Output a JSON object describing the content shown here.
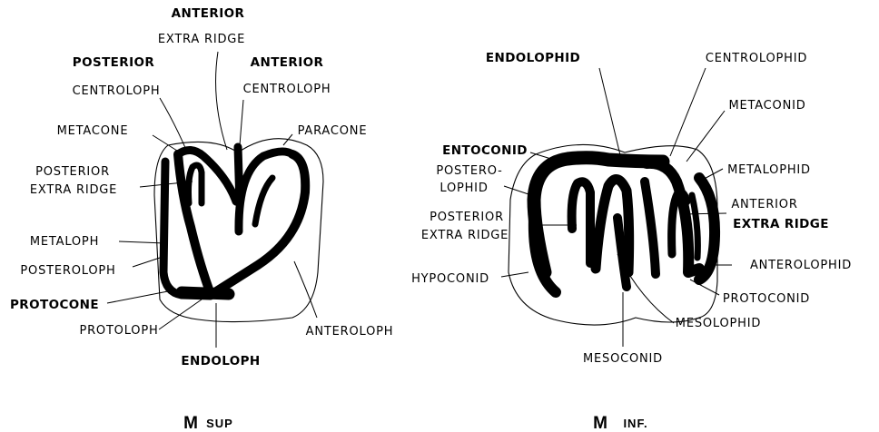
{
  "upper_molar": {
    "caption_main": "M",
    "caption_sub": "SUP",
    "labels": {
      "anterior_extra_ridge_1": "ANTERIOR",
      "anterior_extra_ridge_2": "EXTRA RIDGE",
      "posterior_centroloph_1": "POSTERIOR",
      "posterior_centroloph_2": "CENTROLOPH",
      "anterior_centroloph_1": "ANTERIOR",
      "anterior_centroloph_2": "CENTROLOPH",
      "metacone": "METACONE",
      "paracone": "PARACONE",
      "posterior_extra_ridge_1": "POSTERIOR",
      "posterior_extra_ridge_2": "EXTRA RIDGE",
      "metaloph": "METALOPH",
      "posteroloph": "POSTEROLOPH",
      "protocone": "PROTOCONE",
      "protoloph": "PROTOLOPH",
      "anteroloph": "ANTEROLOPH",
      "endoloph": "ENDOLOPH"
    }
  },
  "lower_molar": {
    "caption_main": "M",
    "caption_sub": "INF.",
    "labels": {
      "endolophid": "ENDOLOPHID",
      "centrolophid": "CENTROLOPHID",
      "metaconid": "METACONID",
      "entoconid": "ENTOCONID",
      "posterolophid_1": "POSTERO-",
      "posterolophid_2": "LOPHID",
      "metalophid": "METALOPHID",
      "anterior_extra_ridge_1": "ANTERIOR",
      "anterior_extra_ridge_2": "EXTRA RIDGE",
      "posterior_extra_ridge_1": "POSTERIOR",
      "posterior_extra_ridge_2": "EXTRA RIDGE",
      "anterolophid": "ANTEROLOPHID",
      "hypoconid": "HYPOCONID",
      "protoconid": "PROTOCONID",
      "mesolophid": "MESOLOPHID",
      "mesoconid": "MESOCONID"
    }
  }
}
